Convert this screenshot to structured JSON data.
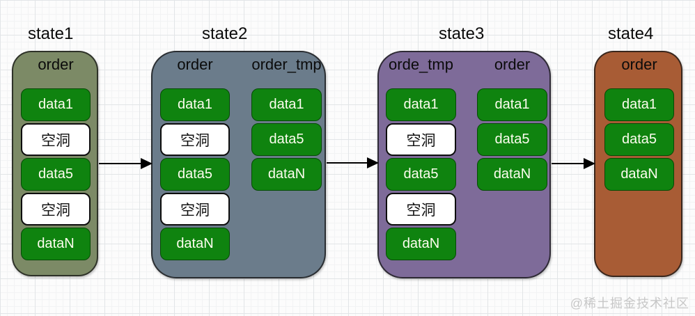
{
  "page": {
    "watermark": "@稀土掘金技术社区"
  },
  "colors": {
    "state1_fill": "#7C8A66",
    "state2_fill": "#6B7C8B",
    "state3_fill": "#7E6B99",
    "state4_fill": "#A85C35",
    "data_block_fill": "#0F830F",
    "data_block_text": "#FFFFFF",
    "hole_block_fill": "#FFFFFF",
    "hole_block_text": "#111111",
    "arrow_color": "#000000",
    "title_color": "#0B0B0B"
  },
  "states": [
    {
      "title": "state1",
      "columns": [
        {
          "label": "order",
          "blocks": [
            {
              "text": "data1",
              "type": "data"
            },
            {
              "text": "空洞",
              "type": "hole"
            },
            {
              "text": "data5",
              "type": "data"
            },
            {
              "text": "空洞",
              "type": "hole"
            },
            {
              "text": "dataN",
              "type": "data"
            }
          ]
        }
      ]
    },
    {
      "title": "state2",
      "columns": [
        {
          "label": "order",
          "blocks": [
            {
              "text": "data1",
              "type": "data"
            },
            {
              "text": "空洞",
              "type": "hole"
            },
            {
              "text": "data5",
              "type": "data"
            },
            {
              "text": "空洞",
              "type": "hole"
            },
            {
              "text": "dataN",
              "type": "data"
            }
          ]
        },
        {
          "label": "order_tmp",
          "blocks": [
            {
              "text": "data1",
              "type": "data"
            },
            {
              "text": "data5",
              "type": "data"
            },
            {
              "text": "dataN",
              "type": "data"
            }
          ]
        }
      ]
    },
    {
      "title": "state3",
      "columns": [
        {
          "label": "orde_tmp",
          "blocks": [
            {
              "text": "data1",
              "type": "data"
            },
            {
              "text": "空洞",
              "type": "hole"
            },
            {
              "text": "data5",
              "type": "data"
            },
            {
              "text": "空洞",
              "type": "hole"
            },
            {
              "text": "dataN",
              "type": "data"
            }
          ]
        },
        {
          "label": "order",
          "blocks": [
            {
              "text": "data1",
              "type": "data"
            },
            {
              "text": "data5",
              "type": "data"
            },
            {
              "text": "dataN",
              "type": "data"
            }
          ]
        }
      ]
    },
    {
      "title": "state4",
      "columns": [
        {
          "label": "order",
          "blocks": [
            {
              "text": "data1",
              "type": "data"
            },
            {
              "text": "data5",
              "type": "data"
            },
            {
              "text": "dataN",
              "type": "data"
            }
          ]
        }
      ]
    }
  ]
}
